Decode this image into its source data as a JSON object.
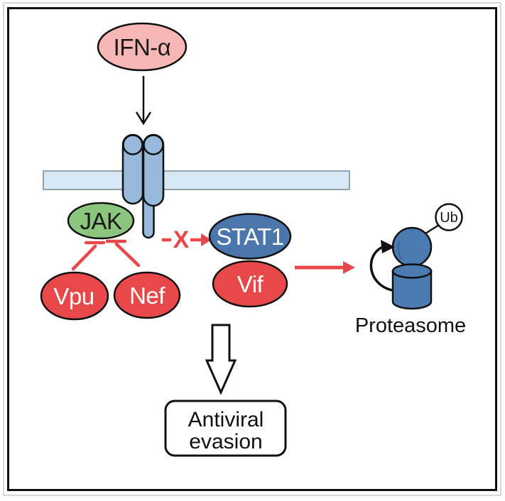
{
  "colors": {
    "cytokine_pink": "#f7b7b4",
    "viral_red": "#e9484b",
    "jak_green": "#8cc57e",
    "stat_blue": "#4b76ab",
    "proteasome_blue": "#4a7ab0",
    "receptor_blue": "#96b9dc",
    "membrane_fill": "#d9e8f5",
    "membrane_stroke": "#93a1ad",
    "inhibit_red": "#e9484b",
    "outline_black": "#111111",
    "text_dark": "#1a1a1a",
    "text_light": "#ffffff"
  },
  "nodes": {
    "ifn_alpha": {
      "label": "IFN-α"
    },
    "jak": {
      "label": "JAK"
    },
    "vpu": {
      "label": "Vpu"
    },
    "nef": {
      "label": "Nef"
    },
    "stat1": {
      "label": "STAT1"
    },
    "vif": {
      "label": "Vif"
    },
    "ubiquitin": {
      "label": "Ub"
    },
    "proteasome": {
      "label": "Proteasome"
    },
    "blocked_signal": {
      "label": "X"
    },
    "outcome": {
      "line1": "Antiviral",
      "line2": "evasion"
    }
  }
}
